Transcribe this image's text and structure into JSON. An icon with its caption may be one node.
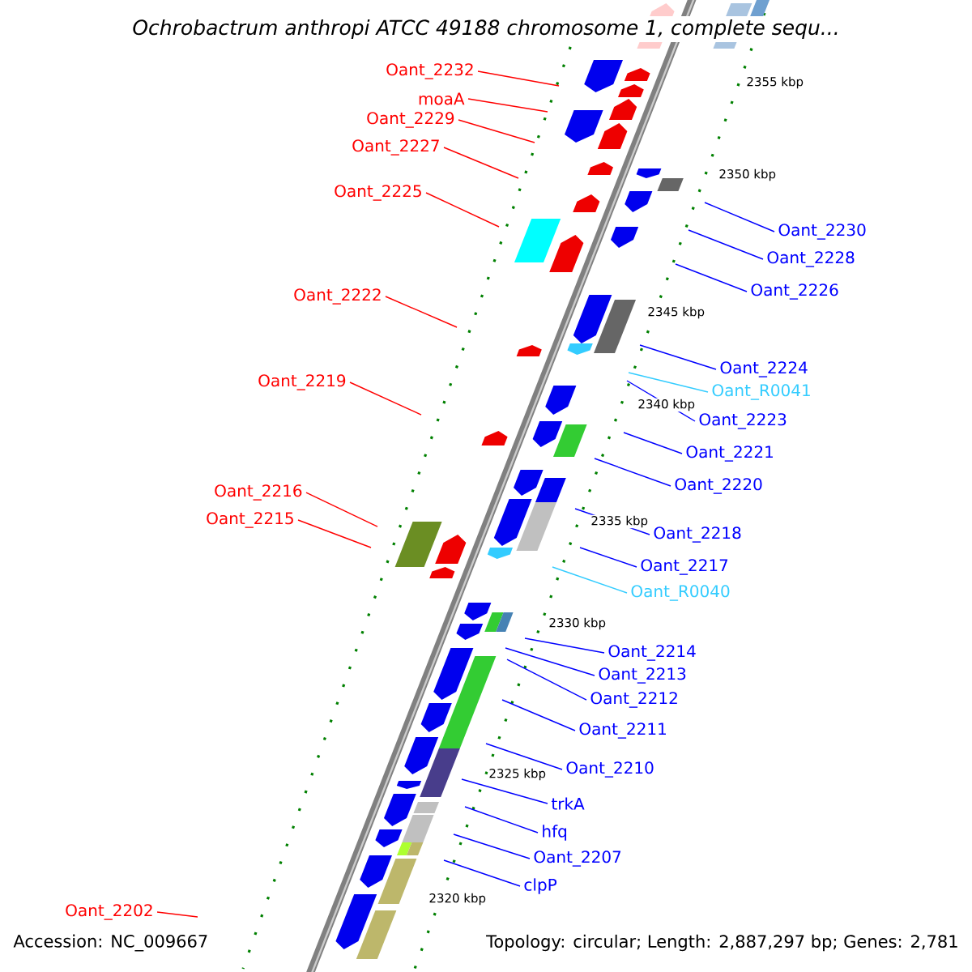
{
  "diagram": {
    "title": "Ochrobactrum anthropi ATCC 49188 chromosome 1, complete sequ...",
    "nodes": [
      {
        "text": [
          "Oant_2232"
        ]
      },
      {
        "text": [
          "moaA"
        ]
      },
      {
        "text": [
          "Oant_2229"
        ]
      },
      {
        "text": [
          "Oant_2227"
        ]
      },
      {
        "text": [
          "Oant_2225"
        ]
      },
      {
        "text": [
          "Oant_2222"
        ]
      },
      {
        "text": [
          "Oant_2219"
        ]
      },
      {
        "text": [
          "Oant_2216"
        ]
      },
      {
        "text": [
          "Oant_2215"
        ]
      },
      {
        "text": [
          "Oant_2202"
        ]
      },
      {
        "text": [
          "Oant_2230"
        ]
      },
      {
        "text": [
          "Oant_2228"
        ]
      },
      {
        "text": [
          "Oant_2226"
        ]
      },
      {
        "text": [
          "Oant_2224"
        ]
      },
      {
        "text": [
          "Oant_R0041"
        ]
      },
      {
        "text": [
          "Oant_2223"
        ]
      },
      {
        "text": [
          "Oant_2221"
        ]
      },
      {
        "text": [
          "Oant_2220"
        ]
      },
      {
        "text": [
          "Oant_2218"
        ]
      },
      {
        "text": [
          "Oant_2217"
        ]
      },
      {
        "text": [
          "Oant_R0040"
        ]
      },
      {
        "text": [
          "Oant_2214"
        ]
      },
      {
        "text": [
          "Oant_2213"
        ]
      },
      {
        "text": [
          "Oant_2212"
        ]
      },
      {
        "text": [
          "Oant_2211"
        ]
      },
      {
        "text": [
          "Oant_2210"
        ]
      },
      {
        "text": [
          "trkA"
        ]
      },
      {
        "text": [
          "hfq"
        ]
      },
      {
        "text": [
          "Oant_2207"
        ]
      },
      {
        "text": [
          "clpP"
        ]
      }
    ],
    "edges": [
      {
        "from": 0,
        "to": null,
        "arrow": "none",
        "color": "#ff0000"
      },
      {
        "from": 1,
        "to": null,
        "arrow": "none",
        "color": "#ff0000"
      },
      {
        "from": 2,
        "to": null,
        "arrow": "none",
        "color": "#ff0000"
      },
      {
        "from": 3,
        "to": null,
        "arrow": "none",
        "color": "#ff0000"
      },
      {
        "from": 4,
        "to": null,
        "arrow": "none",
        "color": "#ff0000"
      },
      {
        "from": 5,
        "to": null,
        "arrow": "none",
        "color": "#ff0000"
      },
      {
        "from": 6,
        "to": null,
        "arrow": "none",
        "color": "#ff0000"
      },
      {
        "from": 7,
        "to": null,
        "arrow": "none",
        "color": "#ff0000"
      },
      {
        "from": 8,
        "to": null,
        "arrow": "none",
        "color": "#ff0000"
      },
      {
        "from": 9,
        "to": null,
        "arrow": "none",
        "color": "#ff0000"
      },
      {
        "from": 10,
        "to": null,
        "arrow": "none"
      },
      {
        "from": 11,
        "to": null,
        "arrow": "none"
      },
      {
        "from": 12,
        "to": null,
        "arrow": "none"
      },
      {
        "from": 13,
        "to": null,
        "arrow": "none"
      },
      {
        "from": 14,
        "to": null,
        "arrow": "none",
        "color": "#33ccff"
      },
      {
        "from": 15,
        "to": null,
        "arrow": "none"
      },
      {
        "from": 16,
        "to": null,
        "arrow": "none"
      },
      {
        "from": 17,
        "to": null,
        "arrow": "none"
      },
      {
        "from": 18,
        "to": null,
        "arrow": "none"
      },
      {
        "from": 19,
        "to": null,
        "arrow": "none"
      },
      {
        "from": 20,
        "to": null,
        "arrow": "none",
        "color": "#33ccff"
      },
      {
        "from": 21,
        "to": null,
        "arrow": "none"
      },
      {
        "from": 22,
        "to": null,
        "arrow": "none"
      },
      {
        "from": 23,
        "to": null,
        "arrow": "none"
      },
      {
        "from": 24,
        "to": null,
        "arrow": "none"
      },
      {
        "from": 25,
        "to": null,
        "arrow": "none"
      },
      {
        "from": 26,
        "to": null,
        "arrow": "none"
      },
      {
        "from": 27,
        "to": null,
        "arrow": "none"
      },
      {
        "from": 28,
        "to": null,
        "arrow": "none"
      },
      {
        "from": 29,
        "to": null,
        "arrow": "none"
      }
    ],
    "labels": [
      "2355 kbp",
      "2350 kbp",
      "2345 kbp",
      "2340 kbp",
      "2335 kbp",
      "2330 kbp",
      "2325 kbp",
      "2320 kbp",
      "Accession: NC_009667",
      "Topology: circular; Length: 2,887,297 bp; Genes: 2,781"
    ]
  }
}
